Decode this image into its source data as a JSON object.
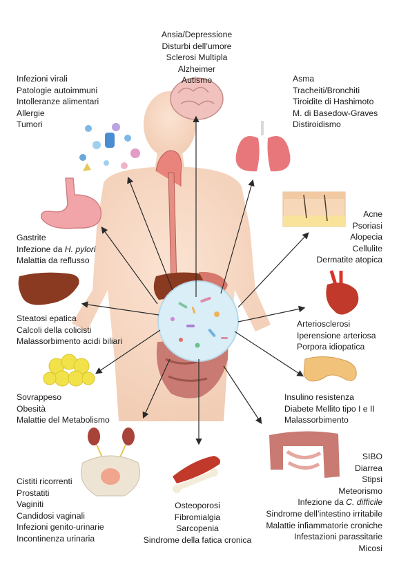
{
  "groups": {
    "brain": [
      "Ansia/Depressione",
      "Disturbi dell’umore",
      "Sclerosi Multipla",
      "Alzheimer",
      "Autismo"
    ],
    "immune": [
      "Infezioni virali",
      "Patologie autoimmuni",
      "Intolleranze alimentari",
      "Allergie",
      "Tumori"
    ],
    "lungs": [
      "Asma",
      "Tracheiti/Bronchiti",
      "Tiroidite di Hashimoto",
      "M. di Basedow-Graves",
      "Distiroidismo"
    ],
    "stomach": {
      "line1": "Gastrite",
      "line2_prefix": "Infezione da ",
      "line2_italic": "H. pylori",
      "line3": "Malattia da reflusso"
    },
    "skin": [
      "Acne",
      "Psoriasi",
      "Alopecia",
      "Cellulite",
      "Dermatite atopica"
    ],
    "liver": [
      "Steatosi epatica",
      "Calcoli della colicisti",
      "Malassorbimento acidi biliari"
    ],
    "heart": [
      "Arteriosclerosi",
      "Iperensione arteriosa",
      "Porpora idiopatica"
    ],
    "fat": [
      "Sovrappeso",
      "Obesità",
      "Malattie del Metabolismo"
    ],
    "pancreas": [
      "Insulino resistenza",
      "Diabete Mellito tipo I e  II",
      "Malassorbimento"
    ],
    "urinary": [
      "Cistiti ricorrenti",
      "Prostatiti",
      "Vaginiti",
      "Candidosi vaginali",
      "Infezioni genito-urinarie",
      "Incontinenza urinaria"
    ],
    "muscle": [
      "Osteoporosi",
      "Fibromialgia",
      "Sarcopenia",
      "Sindrome della fatica cronica"
    ],
    "intestine": {
      "line1": "SIBO",
      "line2": "Diarrea",
      "line3": "Stipsi",
      "line4": "Meteorismo",
      "line5_prefix": "Infezione da ",
      "line5_italic": "C. difficile",
      "line6": "Sindrome dell’intestino irritabile",
      "line7": "Malattie infiammatorie croniche",
      "line8": "Infestazioni parassitarie",
      "line9": "Micosi"
    }
  },
  "colors": {
    "skin": "#f7d9c4",
    "stomach": "#f2a5a8",
    "lungs": "#e8777b",
    "liver": "#8b3a22",
    "fat": "#f2e24a",
    "microbiome": "#d9eef6",
    "intestine": "#c97a72"
  }
}
